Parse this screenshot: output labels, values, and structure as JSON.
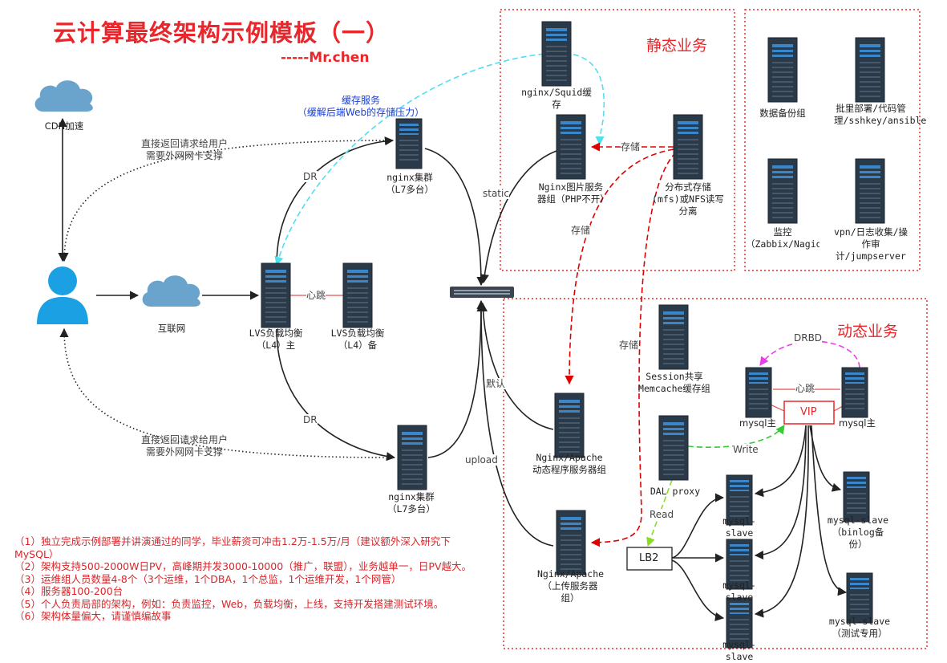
{
  "title": "云计算最终架构示例模板（一）",
  "author": "-----Mr.chen",
  "regions": {
    "static": "静态业务",
    "dynamic": "动态业务"
  },
  "nodes": {
    "cdn": "CDN加速",
    "internet": "互联网",
    "lvs_master": "LVS负载均衡（L4）主",
    "lvs_backup": "LVS负载均衡（L4）备",
    "nginx_top": "nginx集群（L7多台）",
    "nginx_bottom": "nginx集群（L7多台）",
    "squid": "nginx/Squid缓存",
    "nginx_img": "Nginx图片服务器组（PHP不开）",
    "dist_storage": "分布式存储(mfs)或NFS读写分离",
    "backup": "数据备份组",
    "deploy": "批里部署/代码管理/sshkey/ansible",
    "monitor": "监控（Zabbix/Nagios/Cacti）",
    "vpn": "vpn/日志收集/操作审计/jumpserver",
    "session": "Session共享Memcache缓存组",
    "apache_dyn": "Nginx/Apache动态程序服务器组",
    "apache_upload": "Nginx/Apache（上传服务器组）",
    "dal": "DAL proxy",
    "lb2": "LB2",
    "vip": "VIP",
    "mysql_master1": "mysql主",
    "mysql_master2": "mysql主",
    "mysql_slave1": "mysql-slave",
    "mysql_slave2": "mysql-slave",
    "mysql_slave3": "mysql-slave",
    "mysql_binlog": "mysql-slave（binlog备份）",
    "mysql_test": "mysql-slave（测试专用）"
  },
  "edges": {
    "dr_top": "DR",
    "dr_bottom": "DR",
    "heartbeat_lvs": "心跳",
    "heartbeat_mysql": "心跳",
    "static": "static",
    "default": "默认",
    "upload": "upload",
    "store1": "存储",
    "store2": "存储",
    "store3": "存储",
    "write": "Write",
    "read": "Read",
    "drbd": "DRBD"
  },
  "annotations": {
    "cache_service": "缓存服务",
    "cache_service_sub": "（缓解后端Web的存储压力）",
    "direct_top_1": "直接返回请求给用户",
    "direct_top_2": "需要外网网卡支撑",
    "direct_bottom_1": "直接返回请求给用户",
    "direct_bottom_2": "需要外网网卡支撑"
  },
  "notes": [
    "（1）独立完成示例部署并讲演通过的同学，毕业薪资可冲击1.2万-1.5万/月（建议额外深入研究下MySQL）",
    "（2）架构支持500-2000W日PV，高峰期并发3000-10000（推广，联盟），业务越单一，日PV越大。",
    "（3）运维组人员数量4-8个（3个运维，1个DBA，1个总监，1个运维开发，1个网管）",
    "（4）服务器100-200台",
    "（5）个人负责局部的架构，例如：负责监控，Web，负载均衡，上线，支持开发搭建测试环境。",
    "（6）架构体量偏大，请谨慎编故事"
  ],
  "colors": {
    "accent_red": "#e8262b",
    "cache_cyan": "#4fe0f0",
    "drbd_magenta": "#e83fe8",
    "write_green": "#33cc33",
    "read_lime": "#88dd22",
    "server_dark": "#2b3a48",
    "server_stripe": "#3b86c8",
    "cloud": "#6aa3cc",
    "user": "#1ca0e4"
  }
}
